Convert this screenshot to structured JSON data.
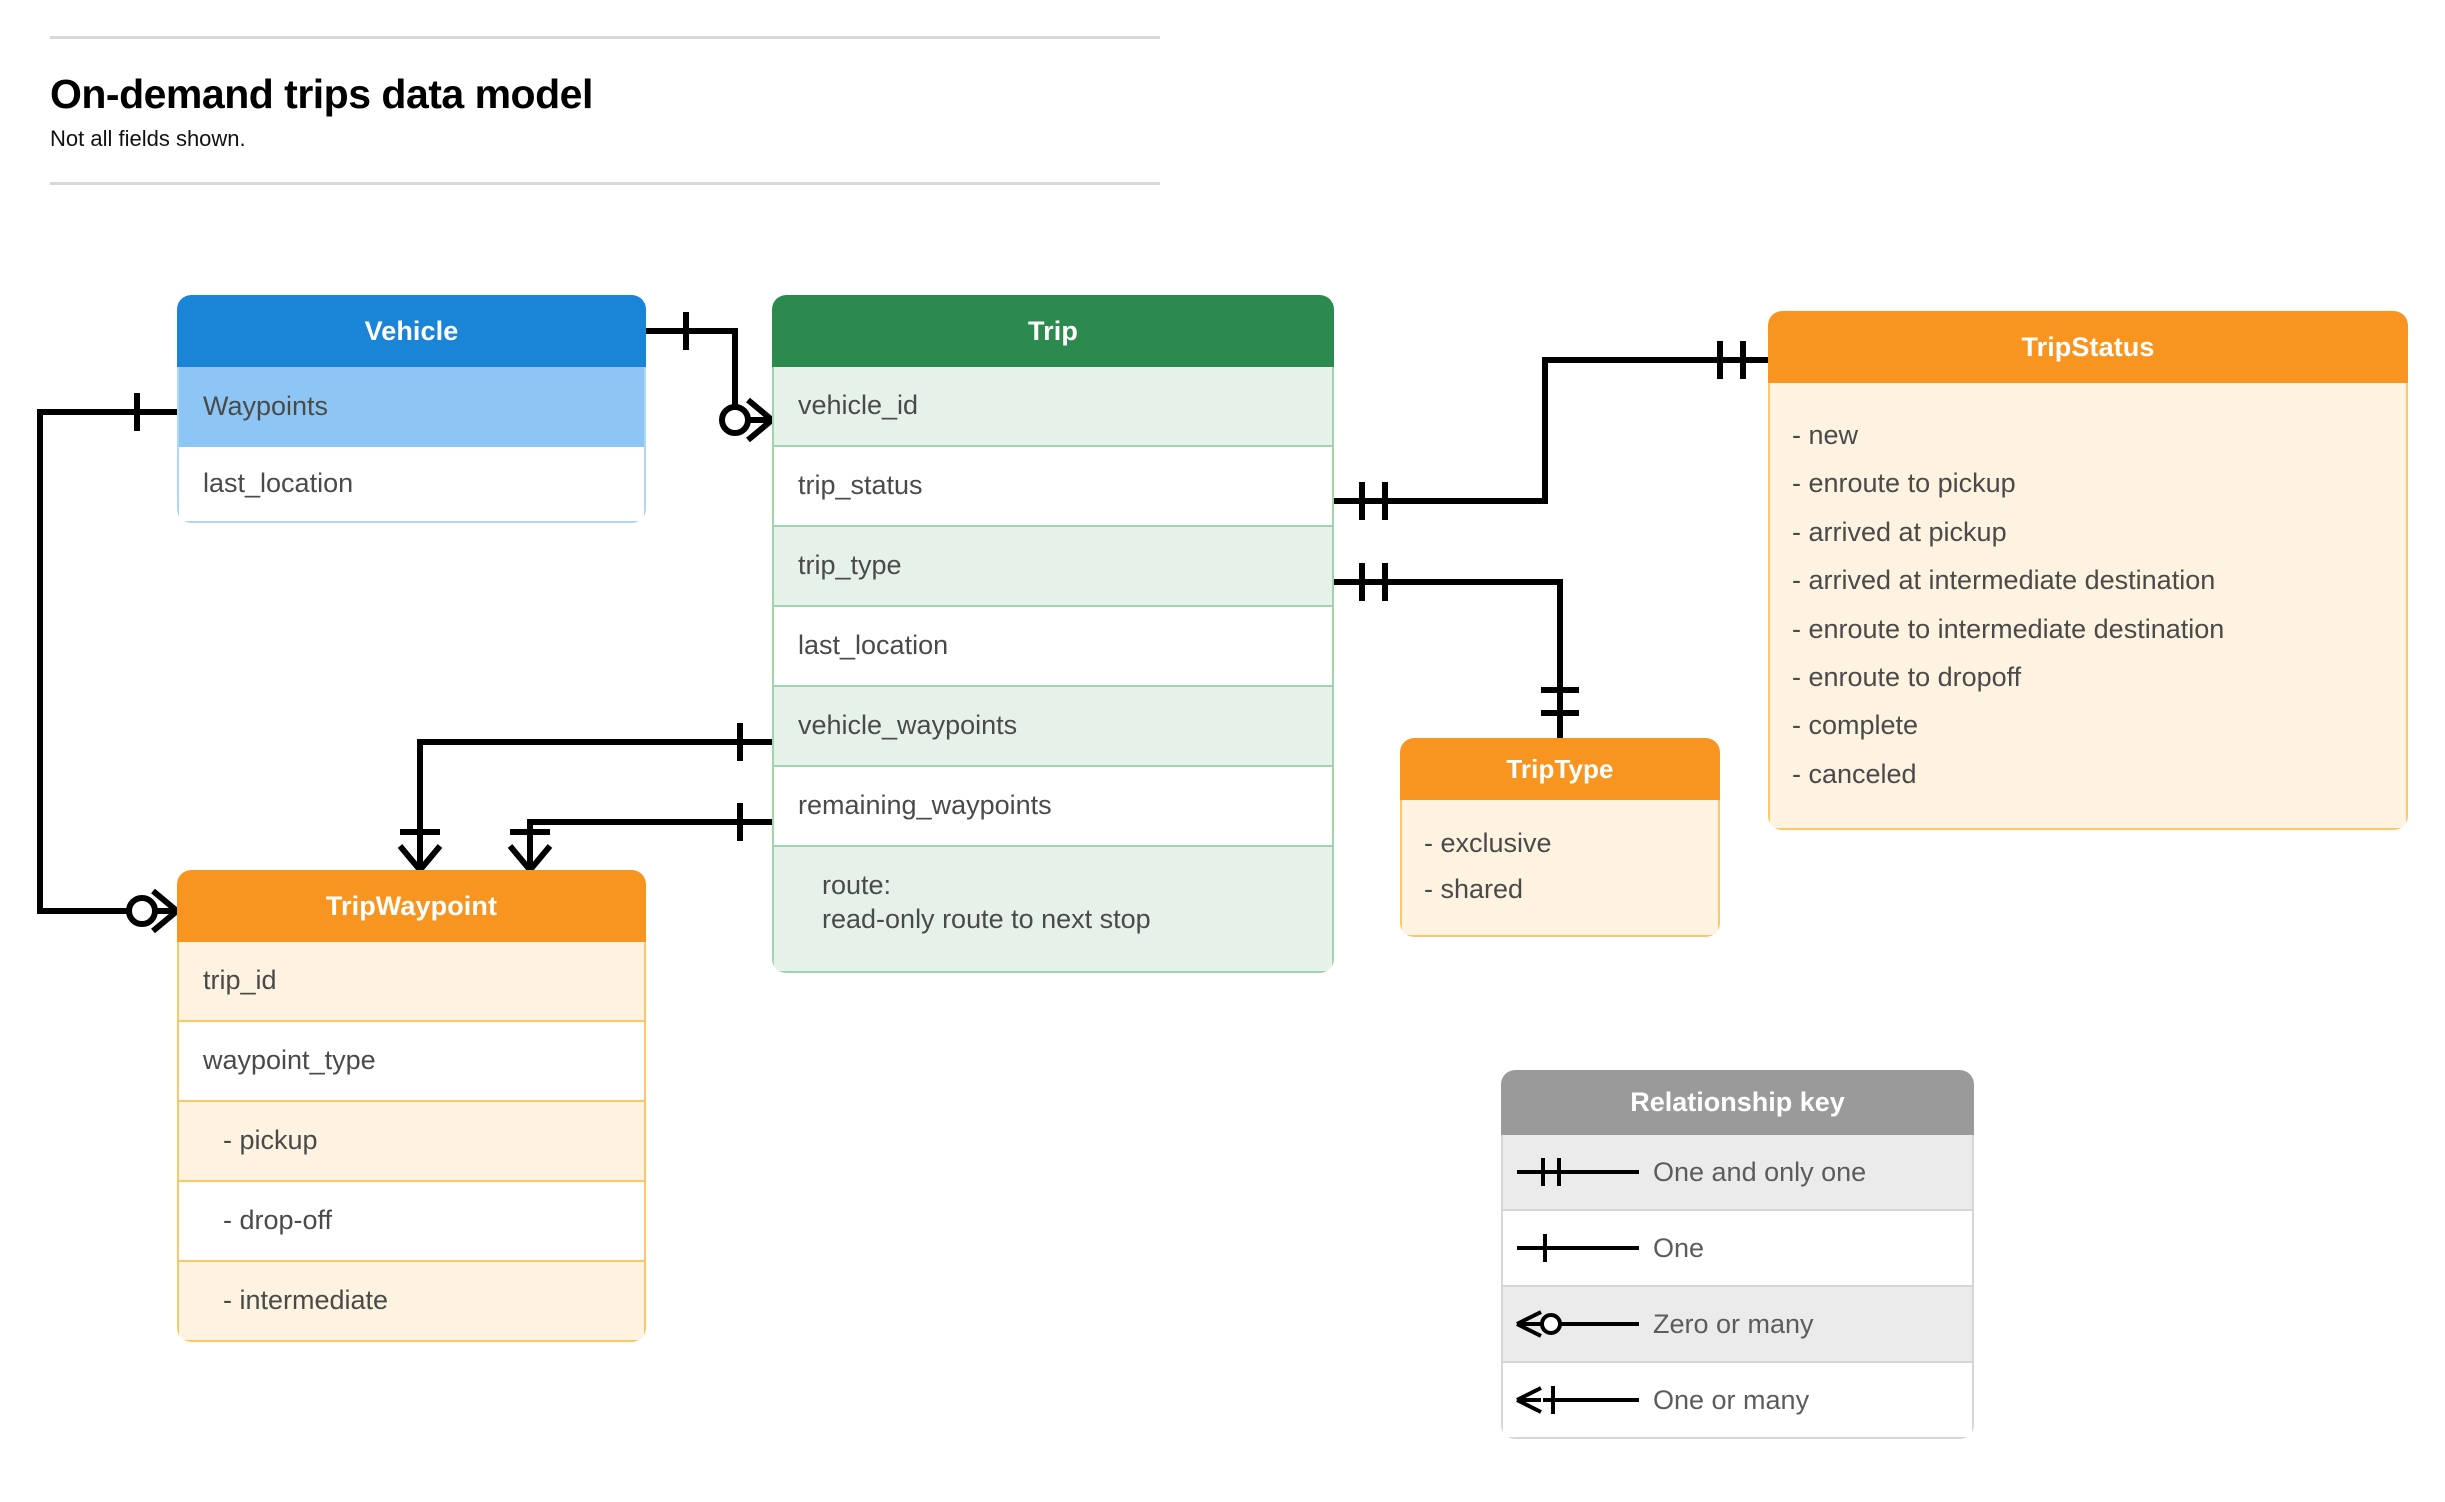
{
  "header": {
    "title": "On-demand trips data model",
    "subtitle": "Not all fields shown."
  },
  "colors": {
    "vehicle_header": "#1a85d6",
    "vehicle_row_highlight": "#8dc6f5",
    "trip_header": "#2d8a4e",
    "trip_row_highlight": "#e6f2e9",
    "orange_header": "#f79520",
    "orange_body": "#fdf3e0",
    "legend_header": "#9a9a9a",
    "connector": "#000000"
  },
  "entities": {
    "vehicle": {
      "title": "Vehicle",
      "rows": [
        "Waypoints",
        "last_location"
      ]
    },
    "trip": {
      "title": "Trip",
      "rows": [
        "vehicle_id",
        "trip_status",
        "trip_type",
        "last_location",
        "vehicle_waypoints",
        "remaining_waypoints"
      ],
      "route_label": "route:",
      "route_desc": "read-only route to next stop"
    },
    "tripwaypoint": {
      "title": "TripWaypoint",
      "rows": [
        "trip_id",
        "waypoint_type"
      ],
      "waypoint_types": [
        "-  pickup",
        "-  drop-off",
        "-  intermediate"
      ]
    },
    "tripstatus": {
      "title": "TripStatus",
      "values": [
        "- new",
        "- enroute to pickup",
        "- arrived at pickup",
        "- arrived at intermediate destination",
        "- enroute to intermediate destination",
        "- enroute to dropoff",
        "- complete",
        "- canceled"
      ]
    },
    "triptype": {
      "title": "TripType",
      "values": [
        "- exclusive",
        "- shared"
      ]
    }
  },
  "legend": {
    "title": "Relationship key",
    "rows": [
      {
        "symbol": "one-and-only-one-icon",
        "label": "One and only one"
      },
      {
        "symbol": "one-icon",
        "label": "One"
      },
      {
        "symbol": "zero-or-many-icon",
        "label": "Zero or many"
      },
      {
        "symbol": "one-or-many-icon",
        "label": "One or many"
      }
    ]
  },
  "relationships": [
    {
      "from": "Vehicle",
      "to": "Trip.vehicle_id",
      "from_cardinality": "One",
      "to_cardinality": "Zero or many"
    },
    {
      "from": "Vehicle.Waypoints",
      "to": "TripWaypoint",
      "from_cardinality": "One",
      "to_cardinality": "Zero or many"
    },
    {
      "from": "Trip.trip_status",
      "to": "TripStatus",
      "from_cardinality": "One and only one",
      "to_cardinality": "One and only one"
    },
    {
      "from": "Trip.trip_type",
      "to": "TripType",
      "from_cardinality": "One and only one",
      "to_cardinality": "One and only one"
    },
    {
      "from": "Trip.vehicle_waypoints",
      "to": "TripWaypoint",
      "from_cardinality": "One",
      "to_cardinality": "One or many"
    },
    {
      "from": "Trip.remaining_waypoints",
      "to": "TripWaypoint",
      "from_cardinality": "One",
      "to_cardinality": "One or many"
    }
  ]
}
